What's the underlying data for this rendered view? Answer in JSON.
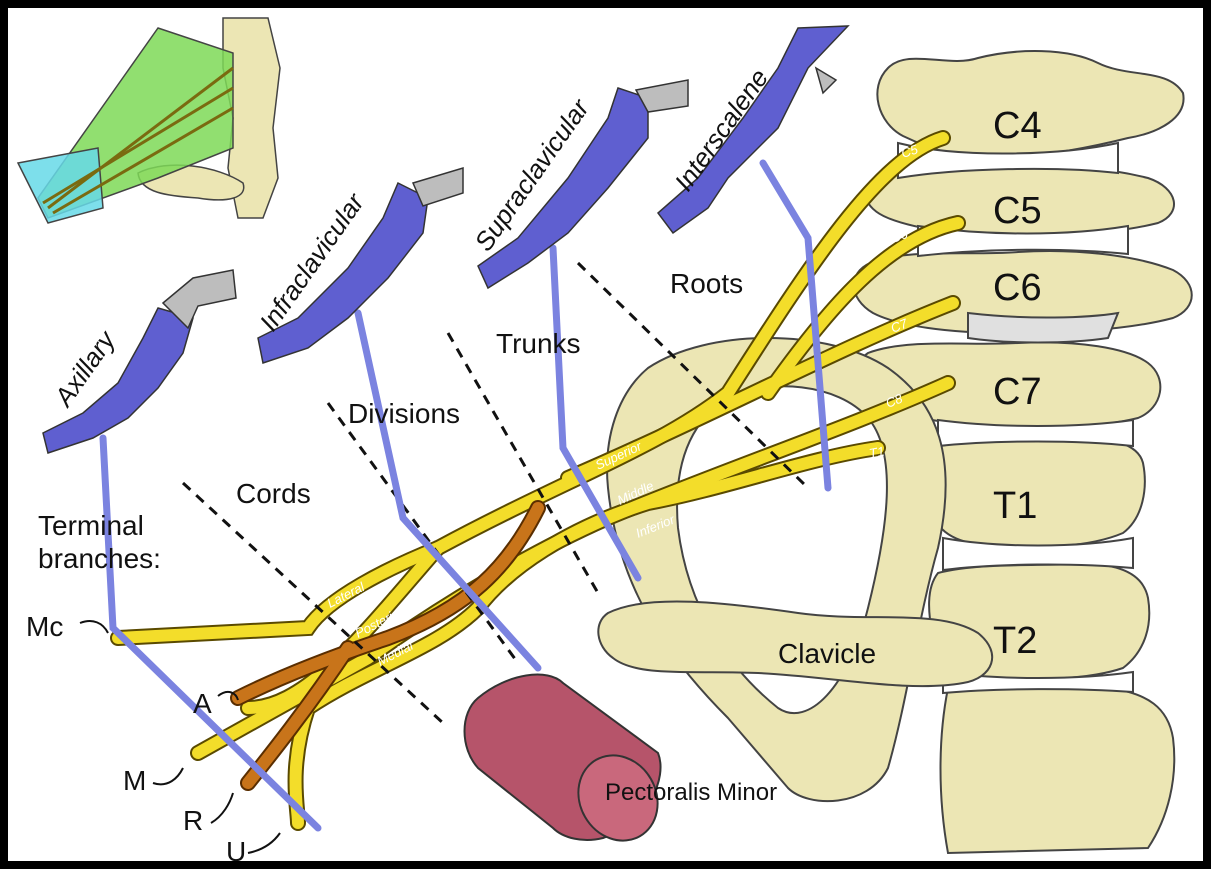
{
  "colors": {
    "nerve": "#f3dd2a",
    "nerve_outline": "#5a4a00",
    "posterior": "#c8741a",
    "bone": "#ece6b4",
    "bone_outline": "#444",
    "block_line": "#7b83e0",
    "arm": "#5f5fd0",
    "muscle": "#b6546a"
  },
  "vertebrae": [
    "C4",
    "C5",
    "C6",
    "C7",
    "T1",
    "T2"
  ],
  "roots": [
    "C5",
    "C6",
    "C7",
    "C8",
    "T1"
  ],
  "trunks": [
    "Superior",
    "Middle",
    "Inferior"
  ],
  "cords": [
    "Lateral",
    "Posterior",
    "Medial"
  ],
  "regions": {
    "roots": "Roots",
    "trunks": "Trunks",
    "divisions": "Divisions",
    "cords": "Cords",
    "terminal": [
      "Terminal",
      "branches:"
    ]
  },
  "terminal_branches": [
    "Mc",
    "A",
    "M",
    "R",
    "U"
  ],
  "blocks": [
    "Interscalene",
    "Supraclavicular",
    "Infraclavicular",
    "Axillary"
  ],
  "structures": {
    "clavicle": "Clavicle",
    "pectoralis": "Pectoralis Minor"
  }
}
